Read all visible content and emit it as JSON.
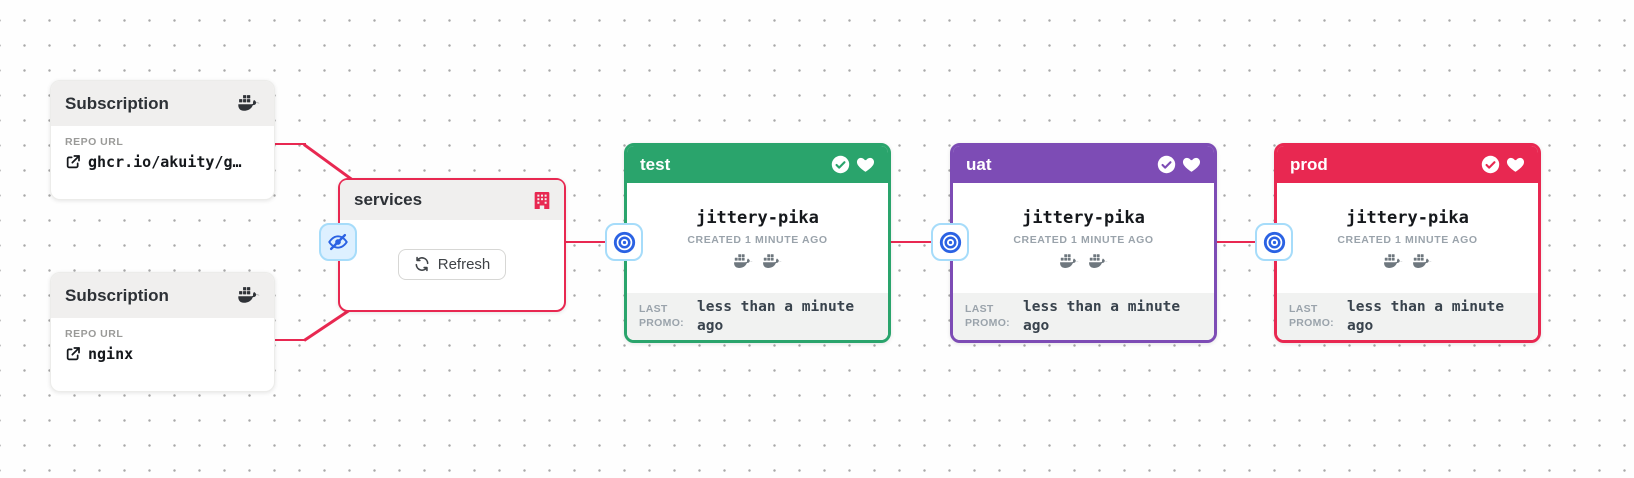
{
  "colors": {
    "crimson": "#e82851",
    "green": "#2aa46c",
    "purple": "#7d4cb5",
    "connector_blue": "#2b62e3",
    "connector_border": "#a6dcfa",
    "header_gray": "#f0efee",
    "footer_gray": "#f1f2f1"
  },
  "icons": {
    "subscription_icon": "docker-whale",
    "warehouse_icon": "building",
    "repo_icon": "external-link",
    "refresh_icon": "sync-arrows",
    "hide_icon": "eye-invisible",
    "connector_icon": "bullseye-target",
    "stage_status_icon": "check-circle",
    "stage_favorite_icon": "heart"
  },
  "subscriptions": [
    {
      "title": "Subscription",
      "repo_label": "REPO URL",
      "repo_url": "ghcr.io/akuity/g…"
    },
    {
      "title": "Subscription",
      "repo_label": "REPO URL",
      "repo_url": "nginx"
    }
  ],
  "warehouse": {
    "name": "services",
    "refresh_label": "Refresh"
  },
  "stages": [
    {
      "name": "test",
      "freight": "jittery-pika",
      "created": "CREATED 1 MINUTE AGO",
      "last_promo_label": "LAST PROMO:",
      "last_promo_value": "less than a minute ago",
      "accent": "#2aa46c"
    },
    {
      "name": "uat",
      "freight": "jittery-pika",
      "created": "CREATED 1 MINUTE AGO",
      "last_promo_label": "LAST PROMO:",
      "last_promo_value": "less than a minute ago",
      "accent": "#7d4cb5"
    },
    {
      "name": "prod",
      "freight": "jittery-pika",
      "created": "CREATED 1 MINUTE AGO",
      "last_promo_label": "LAST PROMO:",
      "last_promo_value": "less than a minute ago",
      "accent": "#e82851"
    }
  ]
}
